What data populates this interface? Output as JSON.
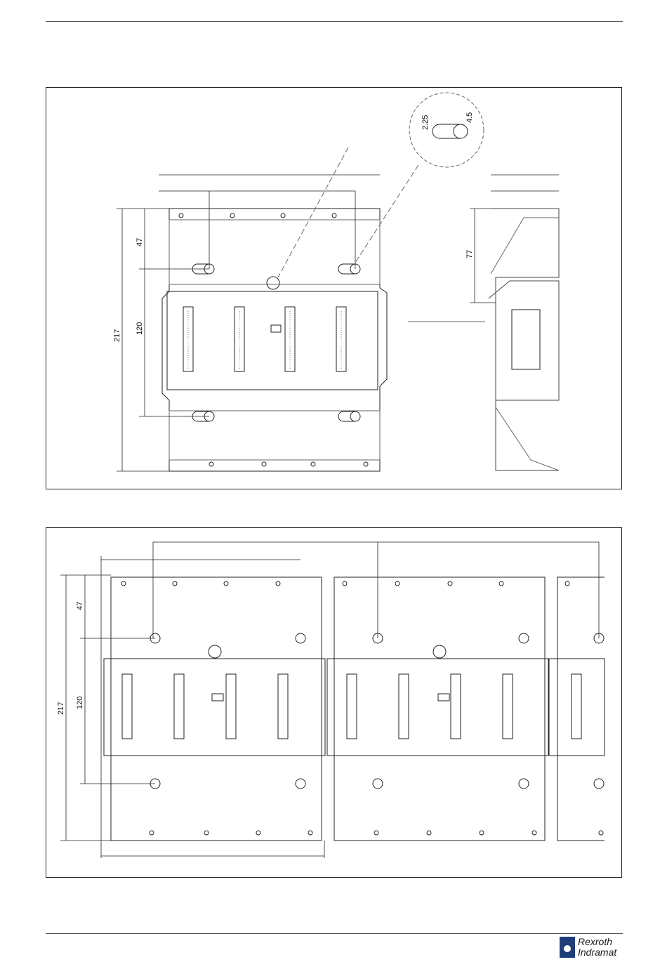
{
  "figure1": {
    "dimensions": {
      "height_total": "217",
      "height_holes": "120",
      "top_to_hole": "47",
      "side_height": "77",
      "detail_slot_width": "2.25",
      "detail_slot_height": "4.5"
    }
  },
  "figure2": {
    "dimensions": {
      "height_total": "217",
      "height_holes": "120",
      "top_to_hole": "47"
    }
  },
  "footer": {
    "logo_line1": "Rexroth",
    "logo_line2": "Indramat",
    "logo_color": "#1f3e78"
  }
}
